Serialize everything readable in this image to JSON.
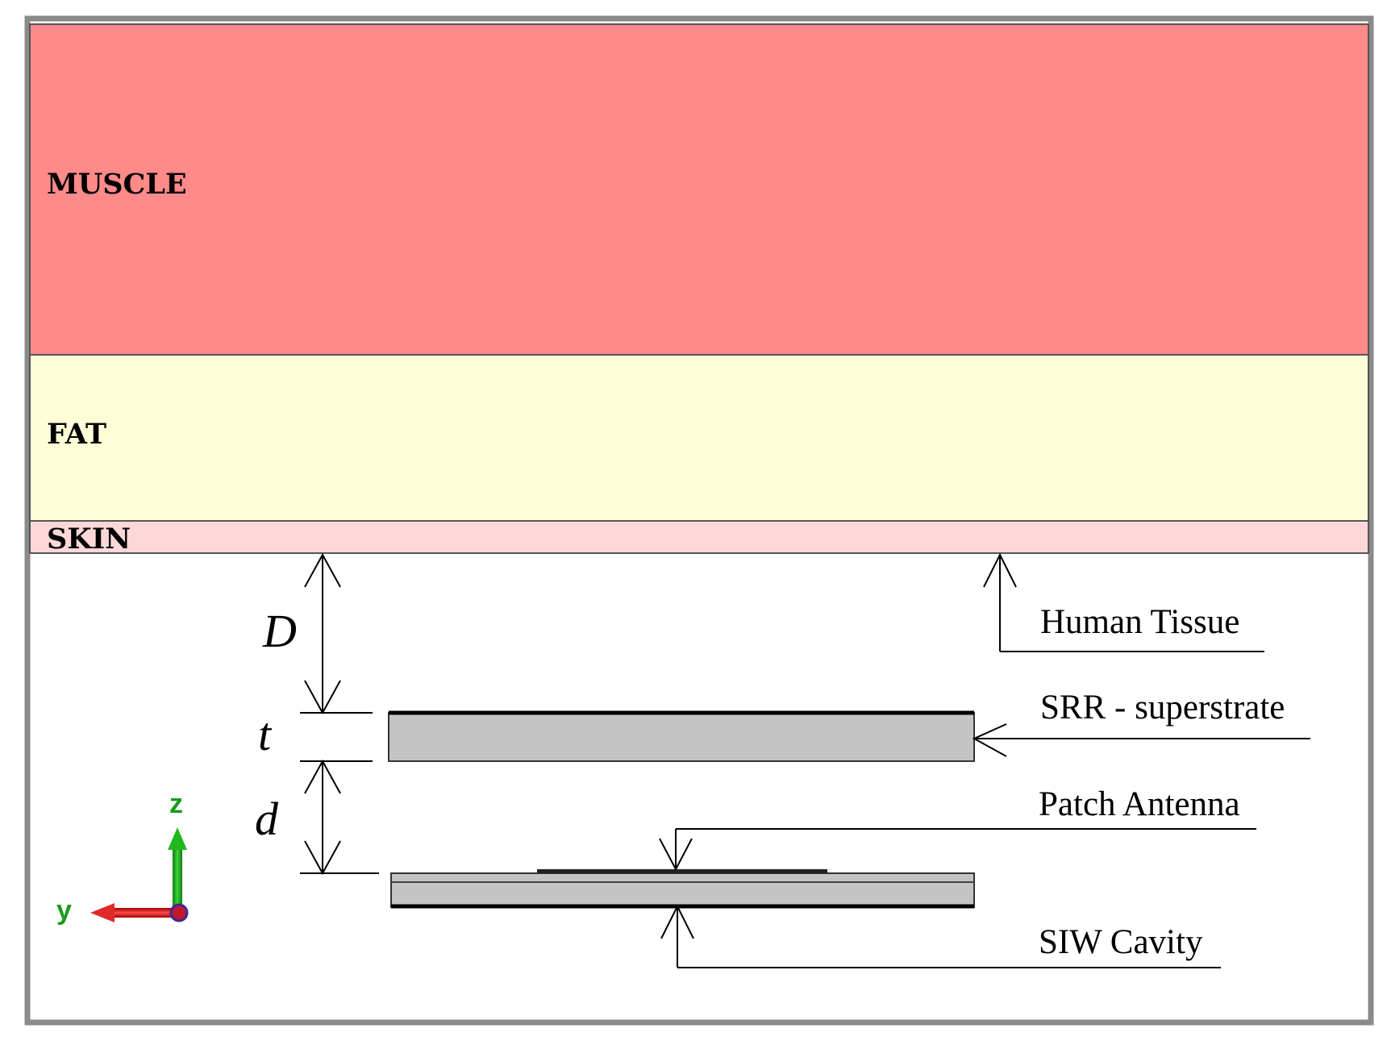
{
  "layers": {
    "muscle": {
      "label": "MUSCLE",
      "color": "#fe8a8a"
    },
    "fat": {
      "label": "FAT",
      "color": "#fffed9"
    },
    "skin": {
      "label": "SKIN",
      "color": "#fed8d8"
    }
  },
  "dimensions": {
    "D": "D",
    "t": "t",
    "d": "d"
  },
  "annotations": {
    "human_tissue": "Human Tissue",
    "srr_superstrate": "SRR - superstrate",
    "patch_antenna": "Patch Antenna",
    "siw_cavity": "SIW Cavity"
  },
  "axes": {
    "z": {
      "label": "z",
      "color": "#1a9a1a"
    },
    "y": {
      "label": "y",
      "color": "#d11a1a"
    }
  },
  "colors": {
    "frame": "#8a8a8a",
    "component_fill": "#c4c4c4"
  }
}
